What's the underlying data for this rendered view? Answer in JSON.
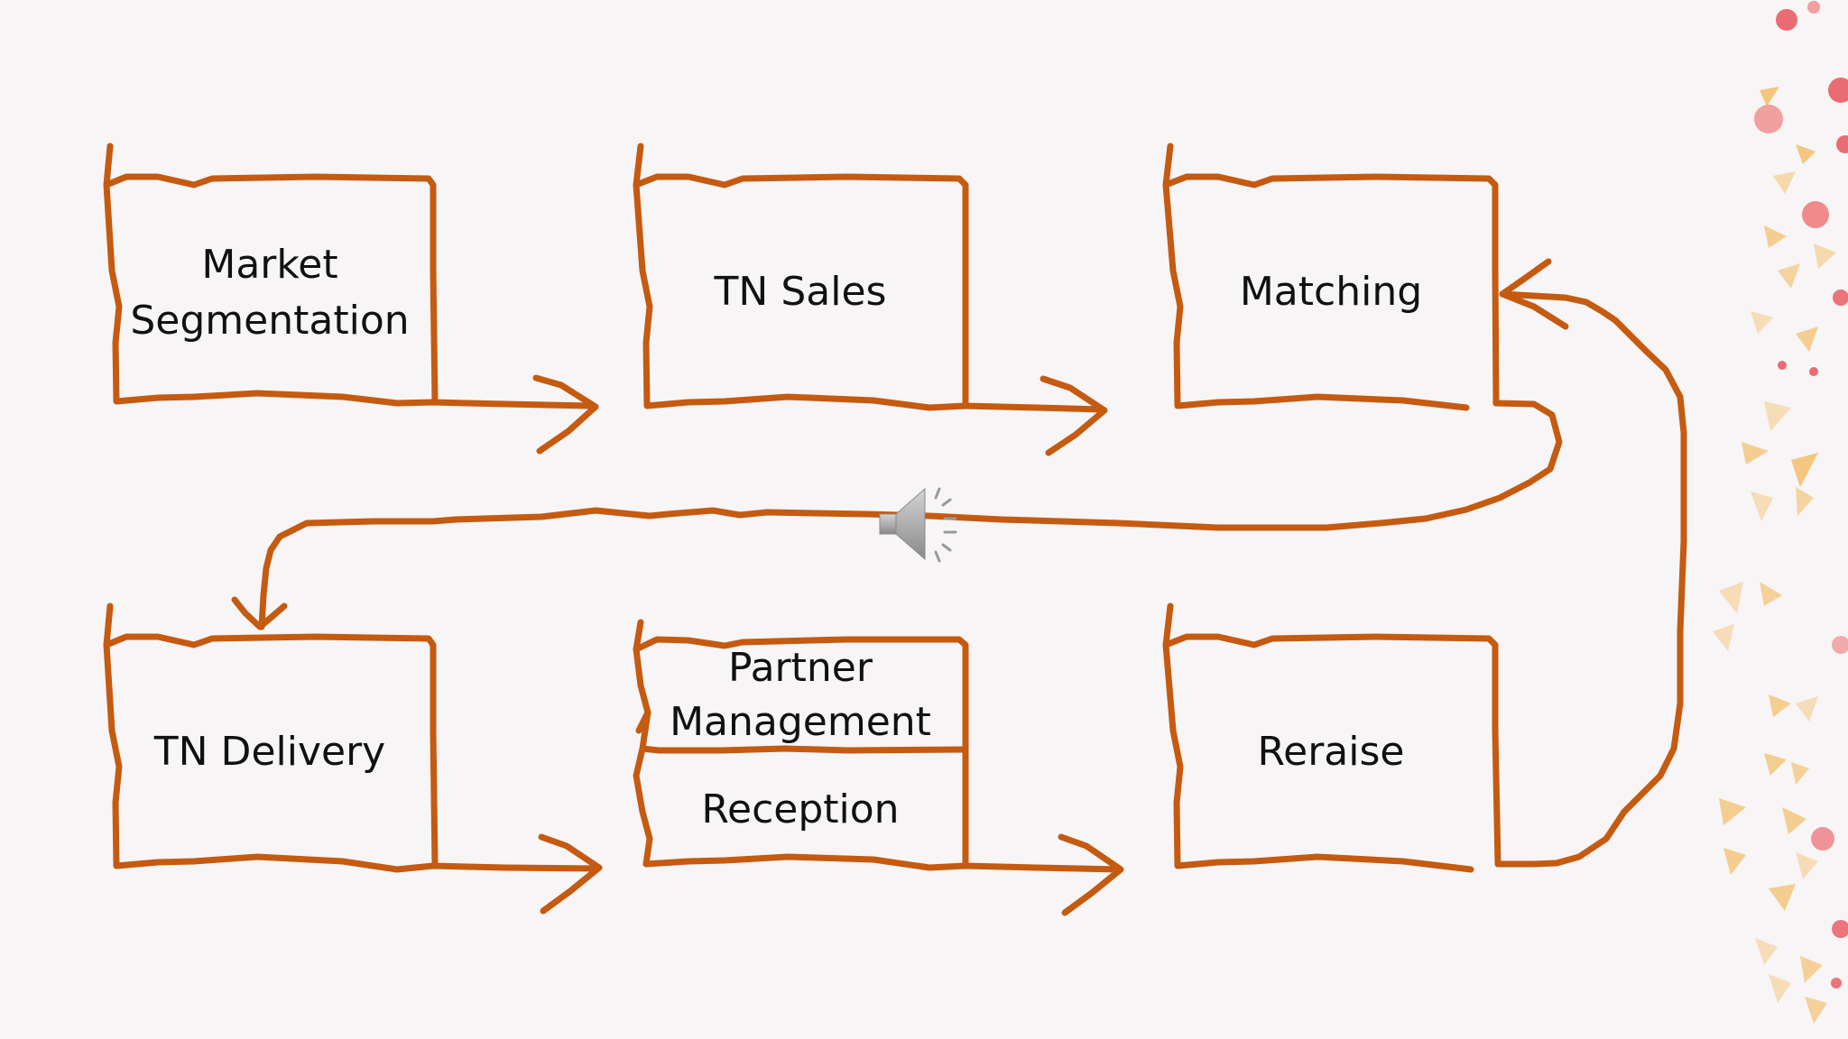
{
  "colors": {
    "stroke": "#c55a11",
    "background": "#f7f5f5",
    "text": "#111111",
    "decor_dots": "#e8545c",
    "decor_triangles": "#f2b24c"
  },
  "boxes": {
    "market_segmentation": {
      "line1": "Market",
      "line2": "Segmentation"
    },
    "tn_sales": {
      "label": "TN Sales"
    },
    "matching": {
      "label": "Matching"
    },
    "tn_delivery": {
      "label": "TN Delivery"
    },
    "partner_management": {
      "line1": "Partner",
      "line2": "Management"
    },
    "reception": {
      "label": "Reception"
    },
    "reraise": {
      "label": "Reraise"
    }
  },
  "icons": {
    "audio": "speaker-icon"
  }
}
